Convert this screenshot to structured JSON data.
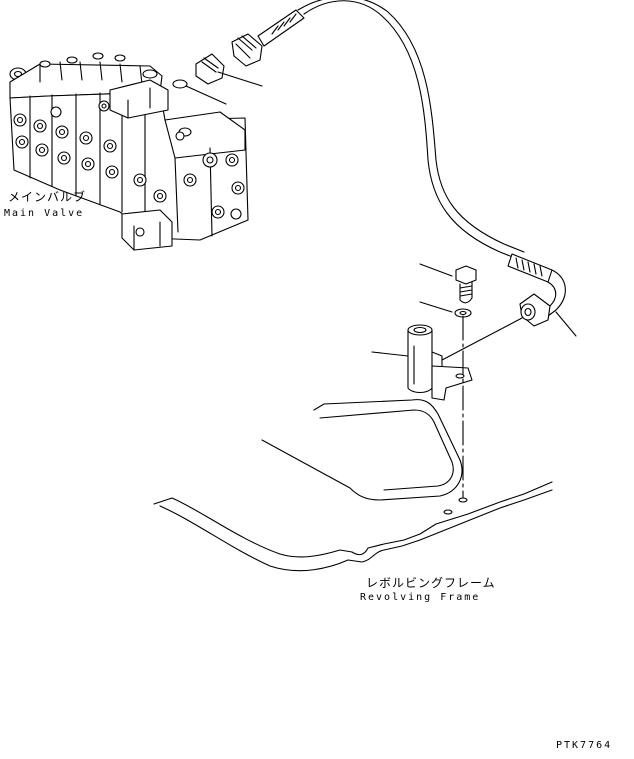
{
  "labels": {
    "main_valve_jp": "メインバルブ",
    "main_valve_en": "Main Valve",
    "revolving_frame_jp": "レボルビングフレーム",
    "revolving_frame_en": "Revolving Frame",
    "drawing_code": "PTK7764"
  },
  "colors": {
    "ink": "#000000",
    "paper": "#ffffff"
  }
}
